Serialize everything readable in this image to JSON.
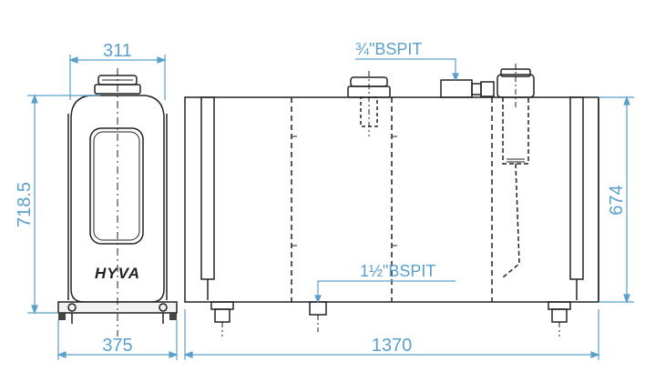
{
  "colors": {
    "dimension": "#5aa0cc",
    "outline": "#222222",
    "background": "#ffffff"
  },
  "dimensions": {
    "top_width": "311",
    "bottom_width": "375",
    "overall_length": "1370",
    "left_height": "718.5",
    "right_height": "674"
  },
  "notes": {
    "top_fitting": "¾\"BSPIT",
    "bottom_fitting": "1½\"BSPIT"
  },
  "branding": {
    "logo_text": "HYVA"
  }
}
